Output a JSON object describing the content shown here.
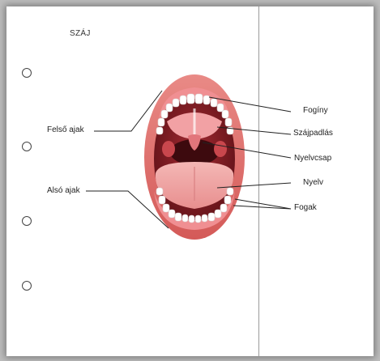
{
  "title": "SZÁJ",
  "labels": {
    "upper_lip": "Felső ajak",
    "lower_lip": "Alsó ajak",
    "gum": "Fogíny",
    "palate": "Szájpadlás",
    "uvula": "Nyelvcsap",
    "tongue": "Nyelv",
    "teeth": "Fogak"
  },
  "colors": {
    "lip": "#e0706e",
    "cavity": "#7a1c22",
    "tongue": "#f0a8a8",
    "tooth": "#ffffff",
    "line": "#222222"
  }
}
